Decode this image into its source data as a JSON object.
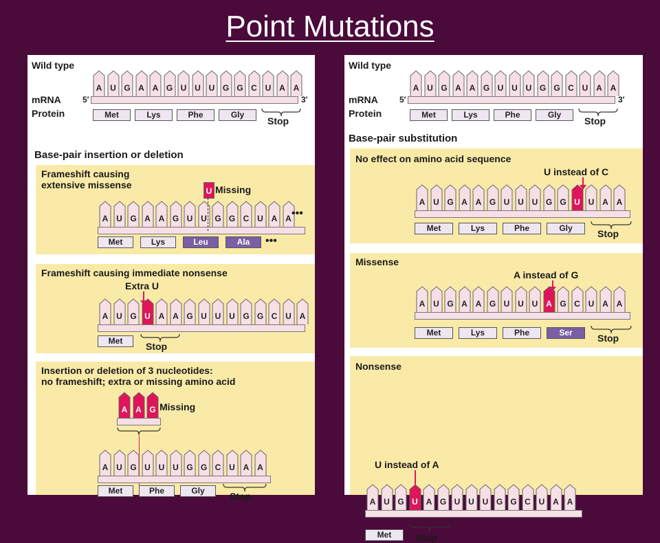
{
  "title": "Point Mutations",
  "colors": {
    "background": "#4a0a3a",
    "box": "#faeaa8",
    "mutation": "#e0145a",
    "mutant_aa": "#7b5ea3"
  },
  "left": {
    "wild_type": {
      "heading": "Wild type",
      "mrna_label": "mRNA",
      "protein_label": "Protein",
      "five_prime": "5′",
      "three_prime": "3′",
      "bases": [
        "A",
        "U",
        "G",
        "A",
        "A",
        "G",
        "U",
        "U",
        "U",
        "G",
        "G",
        "C",
        "U",
        "A",
        "A"
      ],
      "aminos": [
        "Met",
        "Lys",
        "Phe",
        "Gly"
      ],
      "stop": "Stop"
    },
    "section_heading": "Base-pair insertion or deletion",
    "frameshift_missense": {
      "title_1": "Frameshift causing",
      "title_2": "extensive missense",
      "callout_letter": "U",
      "callout": "Missing",
      "bases": [
        "A",
        "U",
        "G",
        "A",
        "A",
        "G",
        "U",
        "U",
        "G",
        "G",
        "C",
        "U",
        "A",
        "A"
      ],
      "aminos": [
        "Met",
        "Lys",
        "Leu",
        "Ala"
      ],
      "dots": "•••"
    },
    "frameshift_nonsense": {
      "title": "Frameshift causing immediate nonsense",
      "callout": "Extra U",
      "bases": [
        "A",
        "U",
        "G",
        "U",
        "A",
        "A",
        "G",
        "U",
        "U",
        "U",
        "G",
        "G",
        "C",
        "U",
        "A"
      ],
      "aminos": [
        "Met"
      ],
      "stop": "Stop"
    },
    "three_nt": {
      "title_1": "Insertion or deletion of 3 nucleotides:",
      "title_2": "no frameshift; extra or missing amino acid",
      "missing_bases": [
        "A",
        "A",
        "G"
      ],
      "callout": "Missing",
      "bases": [
        "A",
        "U",
        "G",
        "U",
        "U",
        "U",
        "G",
        "G",
        "C",
        "U",
        "A",
        "A"
      ],
      "aminos": [
        "Met",
        "Phe",
        "Gly"
      ],
      "stop": "Stop"
    }
  },
  "right": {
    "wild_type": {
      "heading": "Wild type",
      "mrna_label": "mRNA",
      "protein_label": "Protein",
      "five_prime": "5′",
      "three_prime": "3′",
      "bases": [
        "A",
        "U",
        "G",
        "A",
        "A",
        "G",
        "U",
        "U",
        "U",
        "G",
        "G",
        "C",
        "U",
        "A",
        "A"
      ],
      "aminos": [
        "Met",
        "Lys",
        "Phe",
        "Gly"
      ],
      "stop": "Stop"
    },
    "section_heading": "Base-pair substitution",
    "silent": {
      "title": "No effect on amino acid sequence",
      "callout": "U instead of C",
      "bases": [
        "A",
        "U",
        "G",
        "A",
        "A",
        "G",
        "U",
        "U",
        "U",
        "G",
        "G",
        "U",
        "U",
        "A",
        "A"
      ],
      "aminos": [
        "Met",
        "Lys",
        "Phe",
        "Gly"
      ],
      "stop": "Stop"
    },
    "missense": {
      "title": "Missense",
      "callout": "A instead of G",
      "bases": [
        "A",
        "U",
        "G",
        "A",
        "A",
        "G",
        "U",
        "U",
        "U",
        "A",
        "G",
        "C",
        "U",
        "A",
        "A"
      ],
      "aminos": [
        "Met",
        "Lys",
        "Phe",
        "Ser"
      ],
      "stop": "Stop"
    },
    "nonsense": {
      "title": "Nonsense",
      "callout": "U instead of A",
      "bases": [
        "A",
        "U",
        "G",
        "U",
        "A",
        "G",
        "U",
        "U",
        "U",
        "G",
        "G",
        "C",
        "U",
        "A",
        "A"
      ],
      "aminos": [
        "Met"
      ],
      "stop": "Stop"
    }
  }
}
